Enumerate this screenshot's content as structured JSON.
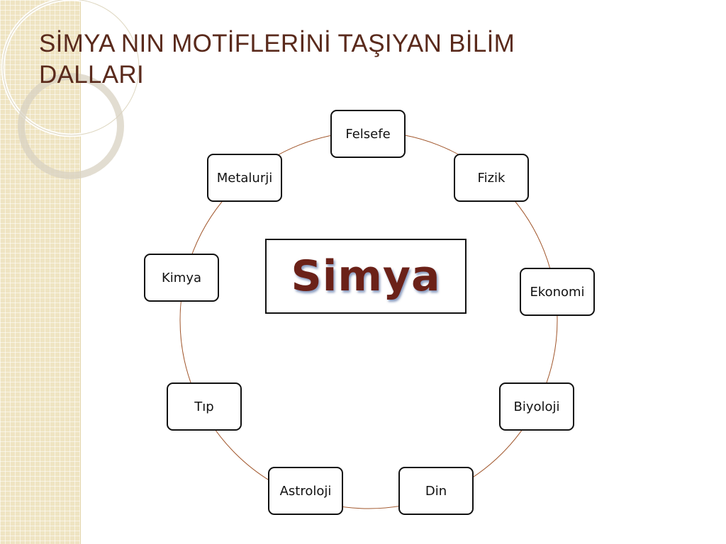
{
  "slide": {
    "title": "SİMYA NIN MOTİFLERİNİ TAŞIYAN BİLİM DALLARI"
  },
  "diagram": {
    "center": "Simya",
    "nodes": [
      "Felsefe",
      "Fizik",
      "Ekonomi",
      "Biyoloji",
      "Din",
      "Astroloji",
      "Tıp",
      "Kimya",
      "Metalurji"
    ]
  },
  "colors": {
    "title": "#5a2a1c",
    "ring": "#a0552a",
    "center_text": "#6b2118",
    "band": "#efe4c2"
  }
}
